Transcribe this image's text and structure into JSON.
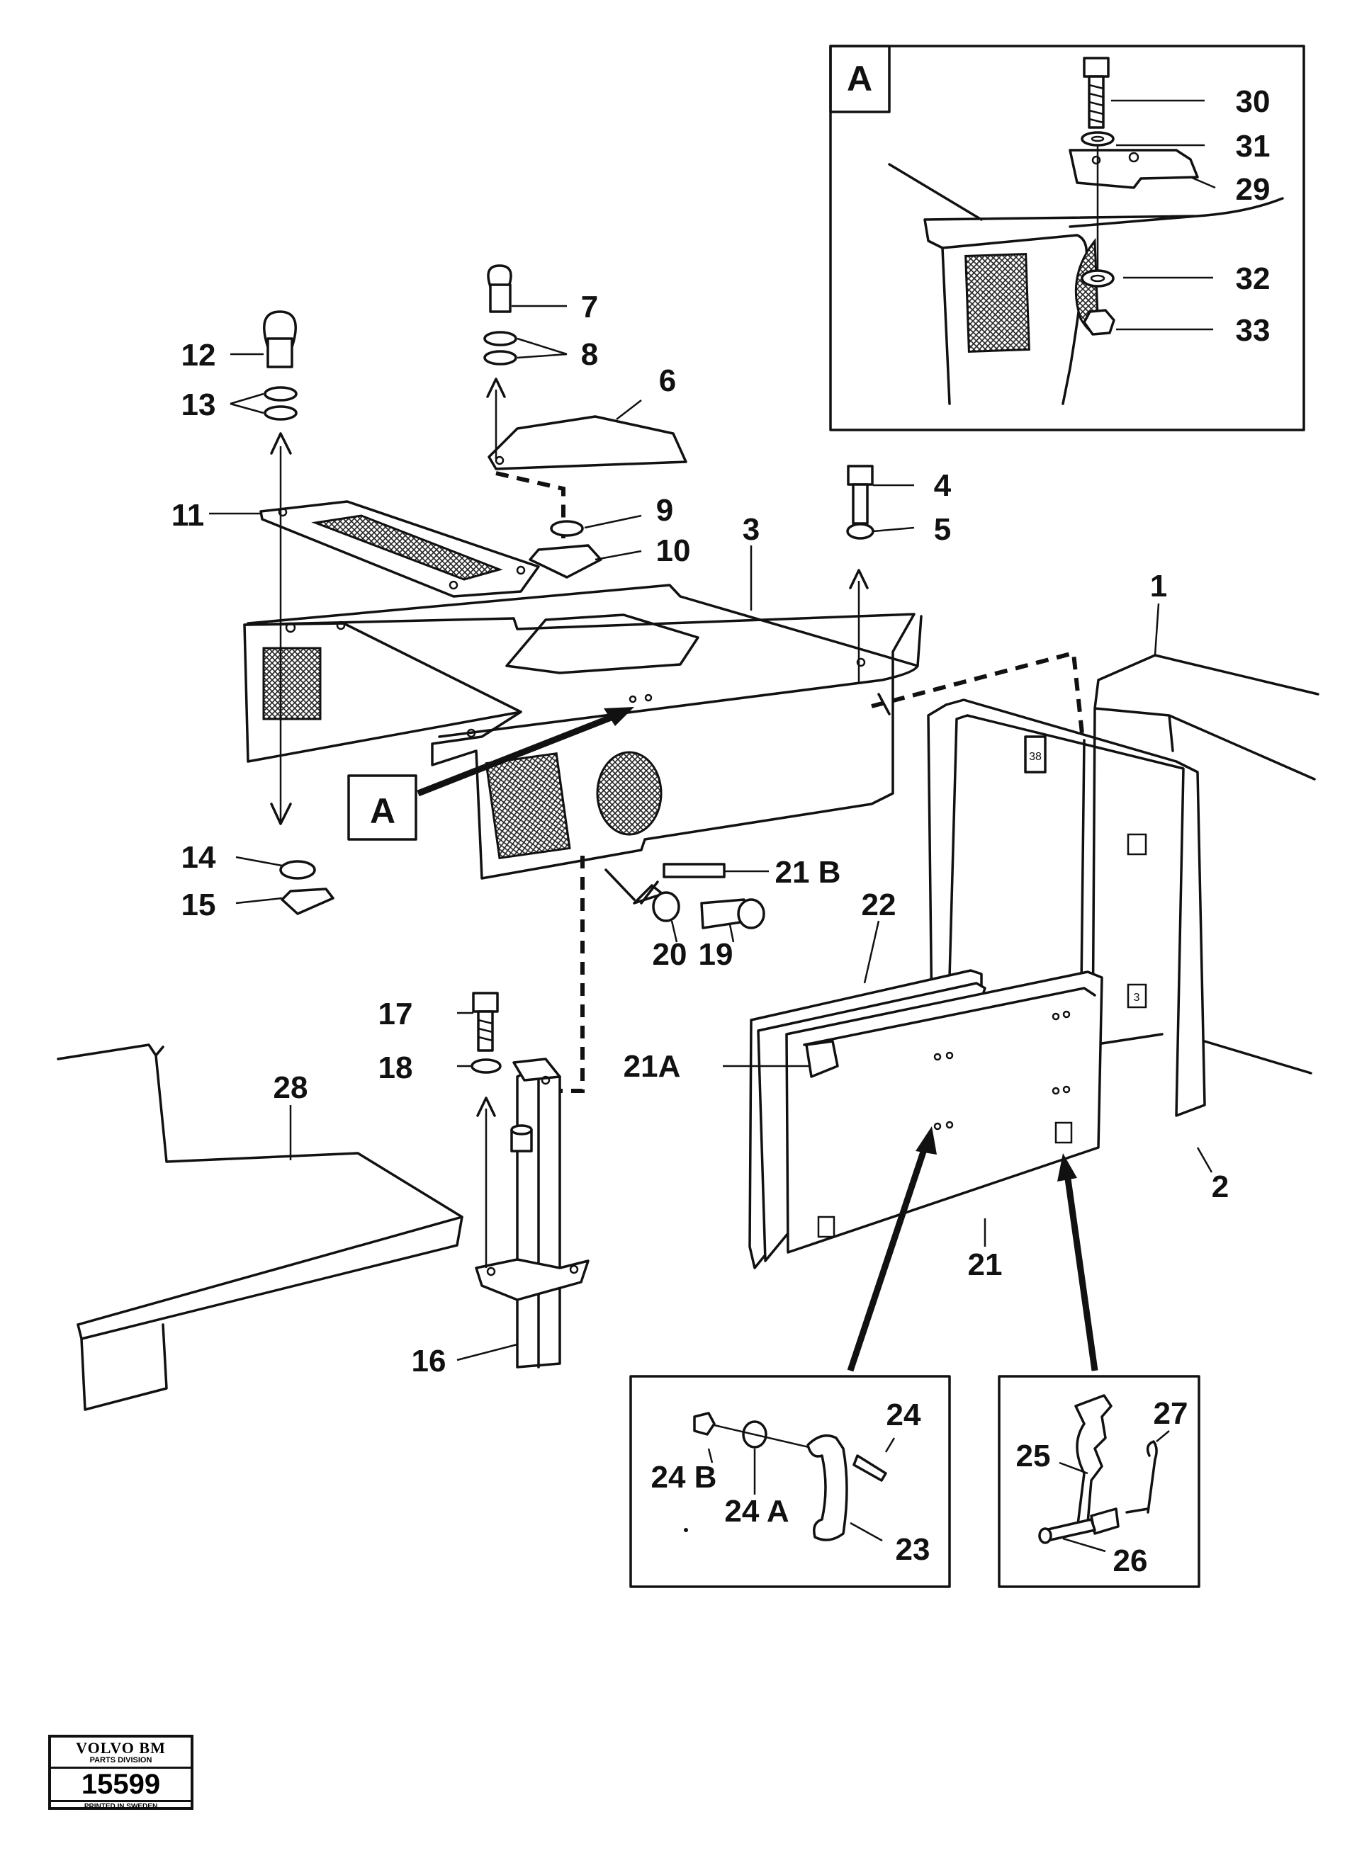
{
  "detail_a": {
    "label": "A"
  },
  "section_marker": {
    "label": "A"
  },
  "callouts": {
    "c1": "1",
    "c2": "2",
    "c3": "3",
    "c4": "4",
    "c5": "5",
    "c6": "6",
    "c7": "7",
    "c8": "8",
    "c9": "9",
    "c10": "10",
    "c11": "11",
    "c12": "12",
    "c13": "13",
    "c14": "14",
    "c15": "15",
    "c16": "16",
    "c17": "17",
    "c18": "18",
    "c19": "19",
    "c20": "20",
    "c21": "21",
    "c21a": "21A",
    "c21b": "21 B",
    "c22": "22",
    "c23": "23",
    "c24": "24",
    "c24a": "24 A",
    "c24b": "24 B",
    "c25": "25",
    "c26": "26",
    "c27": "27",
    "c28": "28",
    "c29": "29",
    "c30": "30",
    "c31": "31",
    "c32": "32",
    "c33": "33"
  },
  "panel_marks": {
    "m1": "38",
    "m2": "3"
  },
  "stamp": {
    "brand": "VOLVO BM",
    "division": "PARTS DIVISION",
    "number": "15599",
    "printed": "PRINTED IN SWEDEN"
  }
}
